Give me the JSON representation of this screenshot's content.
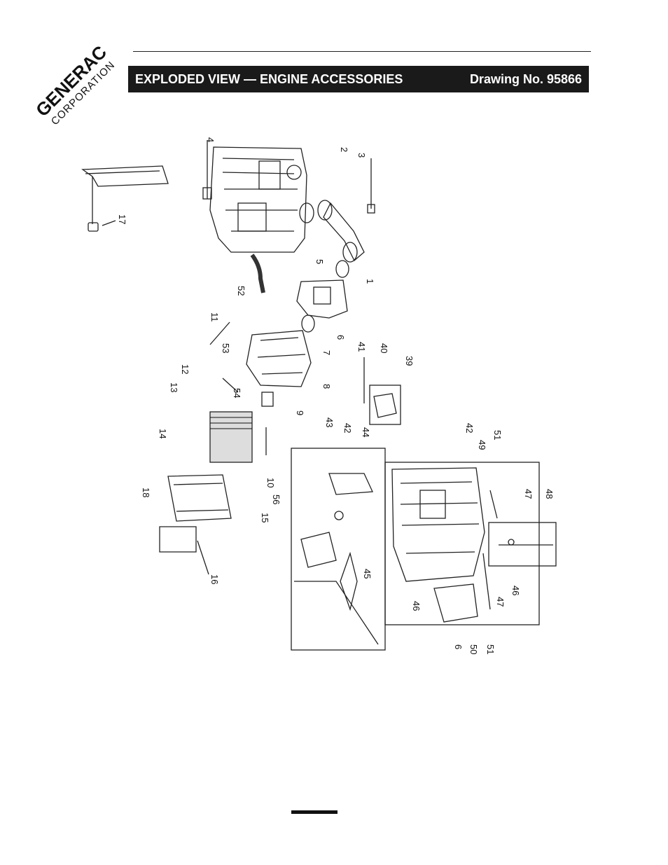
{
  "brand": {
    "name": "GENERAC",
    "sub": "CORPORATION"
  },
  "header": {
    "title": "EXPLODED VIEW — ENGINE ACCESSORIES",
    "drawing": "Drawing No. 95866"
  },
  "callouts": [
    "4",
    "2",
    "3",
    "17",
    "5",
    "1",
    "52",
    "11",
    "53",
    "6",
    "7",
    "12",
    "54",
    "8",
    "13",
    "9",
    "14",
    "10",
    "18",
    "56",
    "15",
    "16",
    "45",
    "43",
    "42",
    "44",
    "41",
    "40",
    "39",
    "42",
    "49",
    "51",
    "47",
    "48",
    "46",
    "47",
    "46",
    "6",
    "50",
    "51"
  ]
}
